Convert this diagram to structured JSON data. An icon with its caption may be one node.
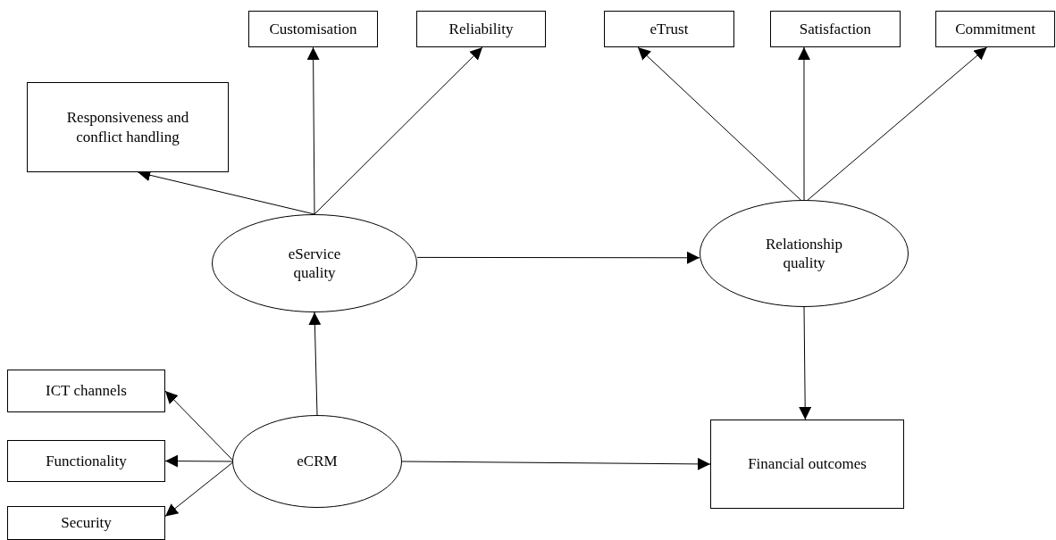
{
  "diagram": {
    "nodes": [
      {
        "text": [
          "Customisation"
        ]
      },
      {
        "text": [
          "Reliability"
        ]
      },
      {
        "text": [
          "eTrust"
        ]
      },
      {
        "text": [
          "Satisfaction"
        ]
      },
      {
        "text": [
          "Commitment"
        ]
      },
      {
        "text": [
          "Responsiveness and conflict handling"
        ]
      },
      {
        "text": [
          "eService quality"
        ]
      },
      {
        "text": [
          "Relationship quality"
        ]
      },
      {
        "text": [
          "ICT channels"
        ]
      },
      {
        "text": [
          "Functionality"
        ]
      },
      {
        "text": [
          "eCRM"
        ]
      },
      {
        "text": [
          "Financial outcomes"
        ]
      },
      {
        "text": [
          "Security"
        ]
      }
    ],
    "edges": [
      {
        "from": 6,
        "to": 5,
        "arrow": "to"
      },
      {
        "from": 6,
        "to": 0,
        "arrow": "to"
      },
      {
        "from": 6,
        "to": 1,
        "arrow": "to"
      },
      {
        "from": 7,
        "to": 2,
        "arrow": "to"
      },
      {
        "from": 7,
        "to": 3,
        "arrow": "to"
      },
      {
        "from": 7,
        "to": 4,
        "arrow": "to"
      },
      {
        "from": 6,
        "to": 7,
        "arrow": "to"
      },
      {
        "from": 7,
        "to": 11,
        "arrow": "to"
      },
      {
        "from": 10,
        "to": 6,
        "arrow": "to"
      },
      {
        "from": 10,
        "to": 8,
        "arrow": "to"
      },
      {
        "from": 10,
        "to": 9,
        "arrow": "to"
      },
      {
        "from": 10,
        "to": 12,
        "arrow": "to"
      },
      {
        "from": 10,
        "to": 11,
        "arrow": "to"
      }
    ]
  }
}
